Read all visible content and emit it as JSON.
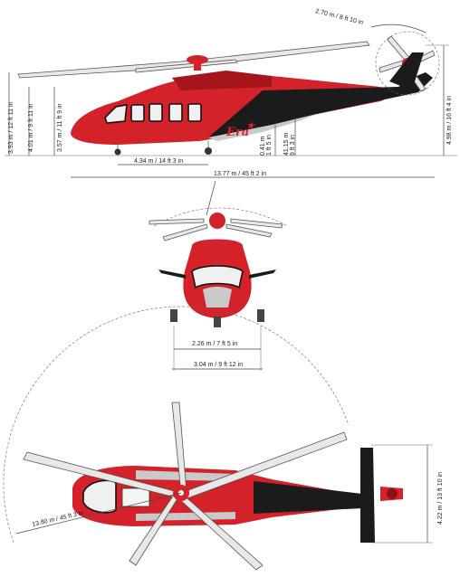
{
  "side_view": {
    "dims": {
      "rotor_diameter_tail": "2.70 m / 8 ft 10 in",
      "overall_height": "4.98 m / 16 ft 4 in",
      "height_1": "3.93 m / 12 ft 11 in",
      "height_2": "4.01 m / 9 ft 11 in",
      "height_3": "3.57 m / 11 ft 9 in",
      "ground_clearance": "0.41 m\n1 ft 5 in",
      "cabin_height": "41.15 m\n9 ft 3 in",
      "wheelbase": "4.34 m / 14 ft 3 in",
      "overall_length": "13.77 m / 45 ft 2 in"
    },
    "logo_text": "Era"
  },
  "front_view": {
    "dims": {
      "main_gear_track": "2.26 m / 7 ft 5 in",
      "overall_width": "3.04 m / 9 ft 12 in"
    }
  },
  "top_view": {
    "dims": {
      "main_rotor_diameter": "13.80 m / 45 ft 3 in",
      "stabilizer_span": "4.22 m / 13 ft 10 in"
    }
  },
  "colors": {
    "livery_red": "#d3222a",
    "livery_black": "#1b1b1b",
    "blade_grey": "#e8e8e8"
  }
}
